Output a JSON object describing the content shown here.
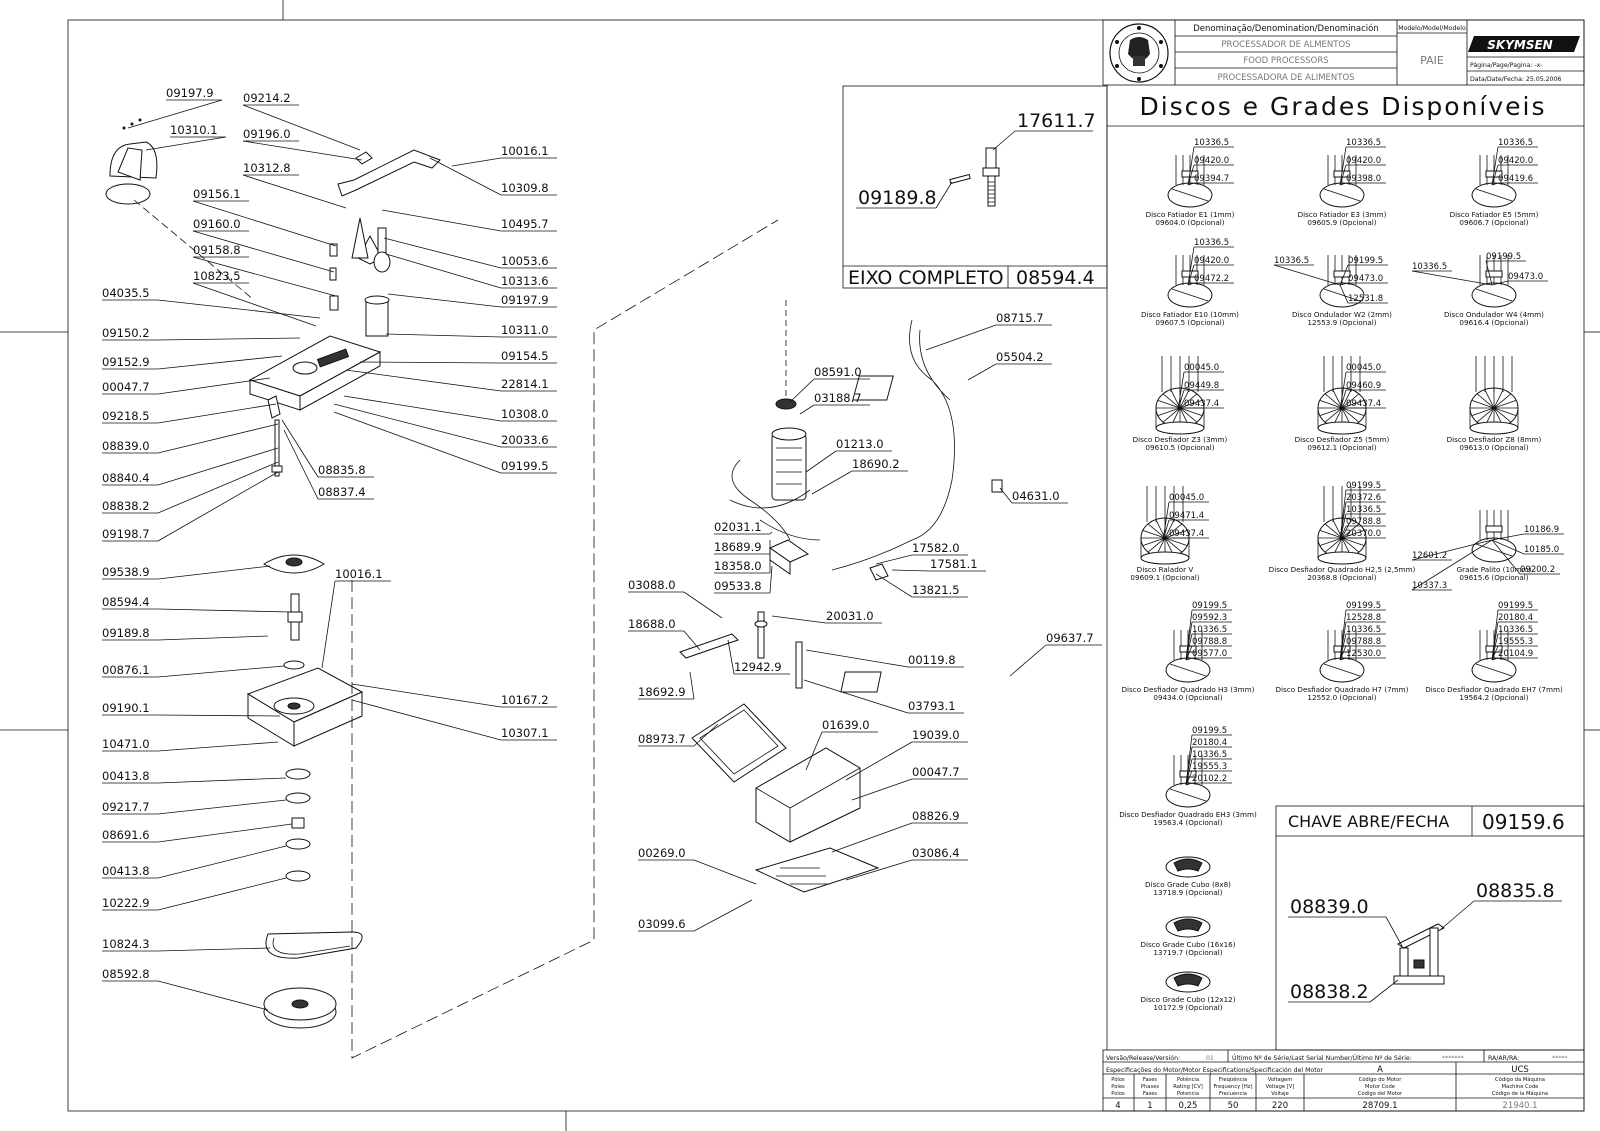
{
  "titleblock": {
    "denomination_header": "Denominação/Denomination/Denominación",
    "model_header": "Modelo/Model/Modelo",
    "name_pt": "PROCESSADOR DE ALMENTOS",
    "name_en": "FOOD PROCESSORS",
    "name_es": "PROCESSADORA DE ALIMENTOS",
    "model": "PAIE",
    "brand": "SKYMSEN",
    "page_label": "Página/Page/Pagina: -x-",
    "date_label": "Data/Date/Fecha: 25.05.2006"
  },
  "discs_title": "Discos e Grades Disponíveis",
  "eixo": {
    "label": "EIXO COMPLETO",
    "number": "08594.4",
    "parts": [
      "17611.7",
      "09189.8"
    ]
  },
  "chave": {
    "label": "CHAVE ABRE/FECHA",
    "number": "09159.6",
    "parts": [
      "08839.0",
      "08835.8",
      "08838.2"
    ]
  },
  "left_parts": {
    "upper_left": [
      "04035.5",
      "09150.2",
      "09152.9",
      "00047.7",
      "09218.5",
      "08839.0",
      "08840.4",
      "08838.2",
      "09198.7"
    ],
    "upper_top": [
      "09197.9",
      "10310.1",
      "09214.2",
      "09196.0",
      "10312.8",
      "09156.1",
      "09160.0",
      "09158.8",
      "10823.5"
    ],
    "upper_mid": [
      "08835.8",
      "08837.4"
    ],
    "upper_right": [
      "10016.1",
      "10309.8",
      "10495.7",
      "10053.6",
      "10313.6",
      "09197.9",
      "10311.0",
      "09154.5",
      "22814.1",
      "10308.0",
      "20033.6",
      "09199.5"
    ],
    "lower_left": [
      "09538.9",
      "08594.4",
      "09189.8",
      "00876.1",
      "09190.1",
      "10471.0",
      "00413.8",
      "09217.7",
      "08691.6",
      "00413.8",
      "10222.9",
      "10824.3",
      "08592.8"
    ],
    "lower_right": [
      "10016.1",
      "10167.2",
      "10307.1"
    ]
  },
  "center_parts": {
    "motor": [
      "08591.0",
      "03188.7",
      "01213.0",
      "18690.2",
      "02031.1",
      "18689.9",
      "18358.0",
      "09533.8",
      "17582.0",
      "17581.1",
      "13821.5",
      "20031.0",
      "03088.0",
      "18688.0",
      "12942.9",
      "18692.9",
      "00119.8",
      "03793.1"
    ],
    "cable": [
      "08715.7",
      "05504.2",
      "04631.0",
      "09637.7"
    ],
    "base": [
      "08973.7",
      "01639.0",
      "19039.0",
      "00047.7",
      "08826.9",
      "00269.0",
      "03086.4",
      "03099.6"
    ]
  },
  "discs": [
    {
      "parts": [
        "10336.5",
        "09420.0",
        "09394.7"
      ],
      "name": "Disco Fatiador E1 (1mm)",
      "code": "09604.0 (Opcional)"
    },
    {
      "parts": [
        "10336.5",
        "09420.0",
        "09398.0"
      ],
      "name": "Disco Fatiador E3 (3mm)",
      "code": "09605.9 (Opcional)"
    },
    {
      "parts": [
        "10336.5",
        "09420.0",
        "09419.6"
      ],
      "name": "Disco Fatiador E5 (5mm)",
      "code": "09606.7 (Opcional)"
    },
    {
      "parts": [
        "10336.5",
        "09420.0",
        "09472.2"
      ],
      "name": "Disco Fatiador E10 (10mm)",
      "code": "09607.5 (Opcional)"
    },
    {
      "parts": [
        "10336.5",
        "09199.5",
        "09473.0",
        "12531.8"
      ],
      "name": "Disco Ondulador W2 (2mm)",
      "code": "12553.9 (Opcional)"
    },
    {
      "parts": [
        "10336.5",
        "09199.5",
        "09473.0"
      ],
      "name": "Disco Ondulador W4 (4mm)",
      "code": "09616.4 (Opcional)"
    },
    {
      "parts": [
        "00045.0",
        "09449.8",
        "09437.4"
      ],
      "name": "Disco Desfiador Z3 (3mm)",
      "code": "09610.5 (Opcional)"
    },
    {
      "parts": [
        "00045.0",
        "09460.9",
        "09437.4"
      ],
      "name": "Disco Desfiador Z5 (5mm)",
      "code": "09612.1 (Opcional)"
    },
    {
      "parts": [],
      "name": "Disco Desfiador Z8 (8mm)",
      "code": "09613.0 (Opcional)"
    },
    {
      "parts": [
        "00045.0",
        "09471.4",
        "09437.4"
      ],
      "name": "Disco Ralador V",
      "code": "09609.1 (Opcional)"
    },
    {
      "parts": [
        "09199.5",
        "20372.6",
        "10336.5",
        "09788.8",
        "20370.0"
      ],
      "name": "Disco Desfiador Quadrado H2,5 (2,5mm)",
      "code": "20368.8 (Opcional)"
    },
    {
      "parts": [
        "10186.9",
        "10185.0",
        "09200.2",
        "12601.2",
        "10337.3"
      ],
      "name": "Grade Palito (10mm)",
      "code": "09615.6 (Opcional)"
    },
    {
      "parts": [
        "09199.5",
        "09592.3",
        "10336.5",
        "09788.8",
        "09577.0"
      ],
      "name": "Disco Desfiador Quadrado H3 (3mm)",
      "code": "09434.0 (Opcional)"
    },
    {
      "parts": [
        "09199.5",
        "12528.8",
        "10336.5",
        "09788.8",
        "12530.0"
      ],
      "name": "Disco Desfiador Quadrado H7 (7mm)",
      "code": "12552.0 (Opcional)"
    },
    {
      "parts": [
        "09199.5",
        "20180.4",
        "10336.5",
        "19555.3",
        "20104.9"
      ],
      "name": "Disco Desfiador Quadrado EH7 (7mm)",
      "code": "19564.2 (Opcional)"
    },
    {
      "parts": [
        "09199.5",
        "20180.4",
        "10336.5",
        "19555.3",
        "20102.2"
      ],
      "name": "Disco Desfiador Quadrado EH3 (3mm)",
      "code": "19563.4 (Opcional)"
    },
    {
      "parts": [],
      "name": "Disco Grade Cubo (8x8)",
      "code": "13718.9 (Opcional)"
    },
    {
      "parts": [],
      "name": "Disco Grade Cubo (16x16)",
      "code": "13719.7 (Opcional)"
    },
    {
      "parts": [],
      "name": "Disco Grade Cubo (12x12)",
      "code": "10172.9 (Opcional)"
    }
  ],
  "bottom": {
    "version_label": "Versão/Release/Versión:",
    "version": "01",
    "serial_label": "Último Nº de Série/Last Serial Number/Último Nº de Série:",
    "serial": "*******",
    "ra_label": "RA/AR/RA:",
    "ra": "*****",
    "spec_label": "Especificações do Motor/Motor Especifications/Specificación del Motor",
    "spec_A": "A",
    "spec_UCS": "UCS",
    "headers": [
      [
        "Pólos",
        "Poles",
        "Polos"
      ],
      [
        "Fases",
        "Phases",
        "Fases"
      ],
      [
        "Potência",
        "Rating [CV]",
        "Potencia"
      ],
      [
        "Freqüência",
        "Frequency [Hz]",
        "Frecuencia"
      ],
      [
        "Voltagem",
        "Voltage [V]",
        "Voltaje"
      ],
      [
        "Código do Motor",
        "Motor Code",
        "Código del Motor"
      ],
      [
        "Código da Máquina",
        "Machine Code",
        "Código de la Máquina"
      ]
    ],
    "values": [
      "4",
      "1",
      "0,25",
      "50",
      "220",
      "28709.1",
      "21940.1"
    ]
  }
}
